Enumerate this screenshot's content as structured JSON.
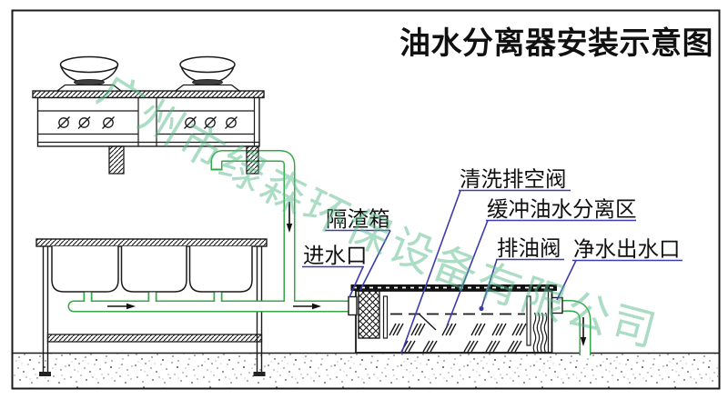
{
  "title": "油水分离器安装示意图",
  "watermark": "广州市绿森环保设备有限公司",
  "labels": {
    "clean_drain_valve": "清洗排空阀",
    "buffer_zone": "缓冲油水分离区",
    "residue_box": "隔渣箱",
    "water_inlet": "进水口",
    "oil_drain_valve": "排油阀",
    "clean_water_outlet": "净水出水口"
  },
  "colors": {
    "pipe": "#35a945",
    "leader": "#3c3cad",
    "watermark": "#58b98a"
  }
}
